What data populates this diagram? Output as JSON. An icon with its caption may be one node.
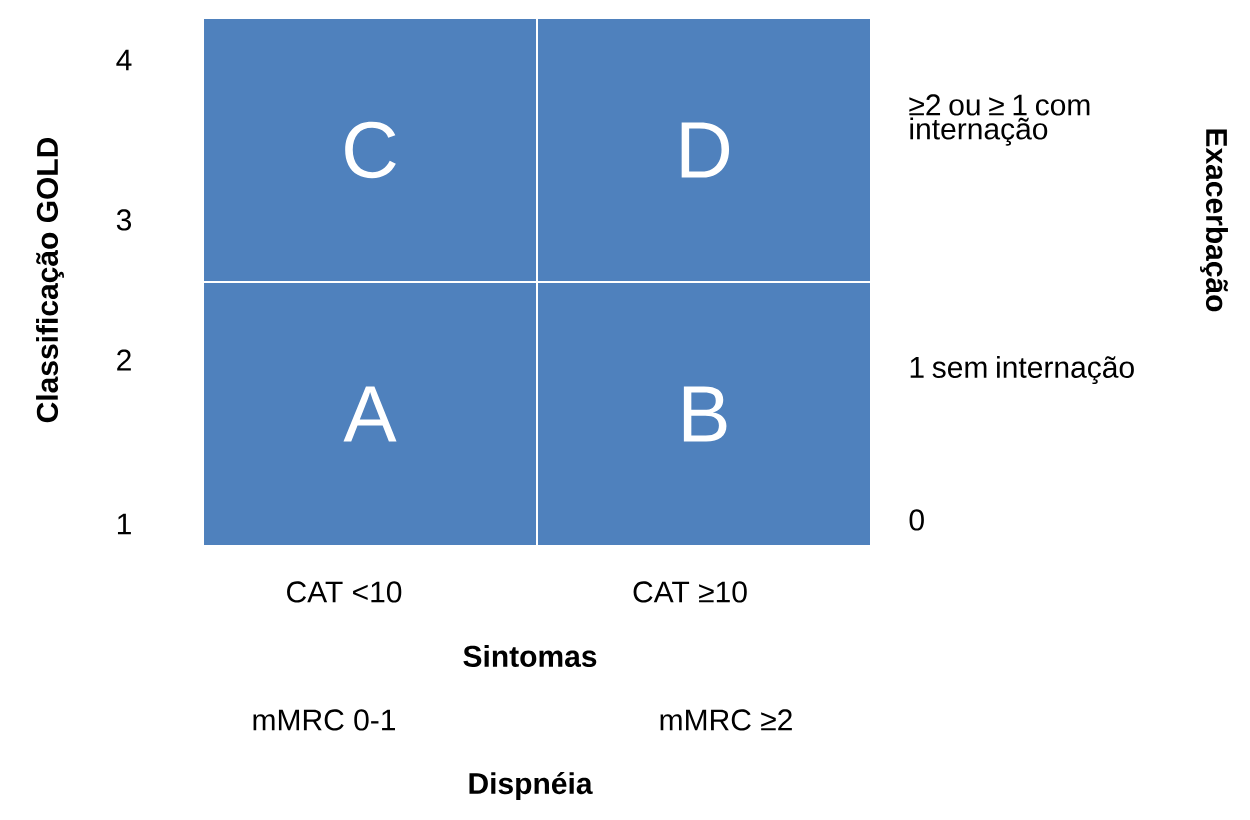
{
  "diagram": {
    "nodes": [
      {
        "text": [
          "C"
        ]
      },
      {
        "text": [
          "D"
        ]
      },
      {
        "text": [
          "A"
        ]
      },
      {
        "text": [
          "B"
        ]
      }
    ],
    "labels": [
      "4",
      "≥2 ou ≥ 1 com internação",
      "3",
      "2",
      "1 sem internação",
      "1",
      "0",
      "CAT <10",
      "CAT ≥10",
      "Sintomas",
      "mMRC 0-1",
      "mMRC ≥2",
      "Dispnéia",
      "Classificação GOLD",
      "Exacerbação"
    ]
  }
}
